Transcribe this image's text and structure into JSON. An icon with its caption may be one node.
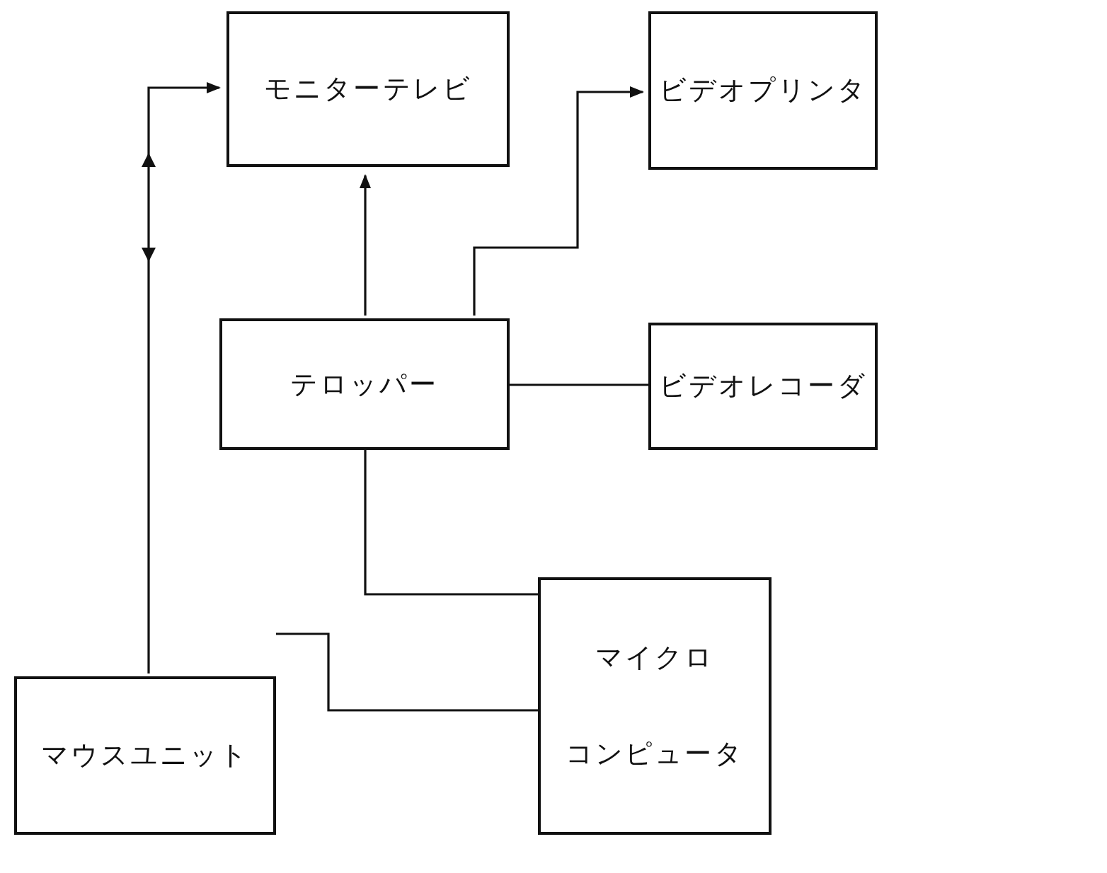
{
  "diagram": {
    "nodes": [
      {
        "text": [
          "モニターテレビ"
        ]
      },
      {
        "text": [
          "ビデオプリンタ"
        ]
      },
      {
        "text": [
          "テロッパー"
        ]
      },
      {
        "text": [
          "ビデオレコーダ"
        ]
      },
      {
        "text": [
          "マウスユニット"
        ]
      },
      {
        "text": [
          "マイクロ",
          "コンピュータ"
        ]
      }
    ],
    "edges": [
      {
        "from": 4,
        "to": 0,
        "arrow": "to"
      },
      {
        "from": 2,
        "to": 0,
        "arrow": "to"
      },
      {
        "from": 2,
        "to": 1,
        "arrow": "to"
      },
      {
        "from": 2,
        "to": 3,
        "arrow": "none"
      },
      {
        "from": 2,
        "to": 5,
        "arrow": "none"
      },
      {
        "from": 4,
        "to": 5,
        "arrow": "none"
      }
    ]
  }
}
